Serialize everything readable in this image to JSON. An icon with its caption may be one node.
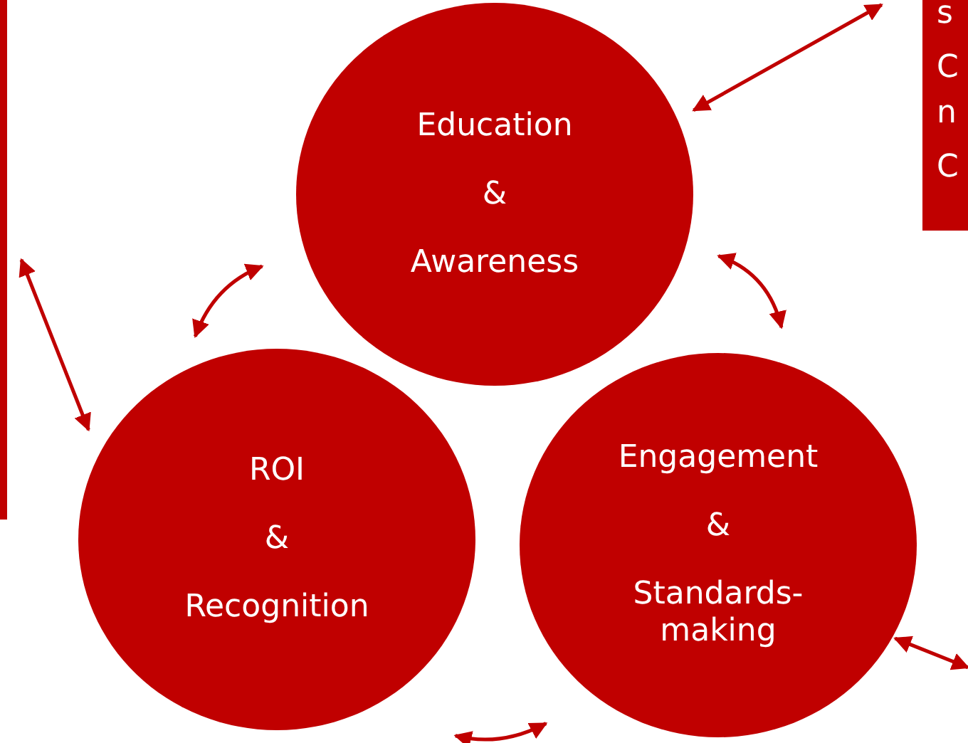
{
  "diagram": {
    "nodes": [
      {
        "text": [],
        "shape": "bar"
      },
      {
        "text": [
          "s",
          "C n",
          "C"
        ]
      },
      {
        "text": [
          "Education",
          "&",
          "Awareness"
        ]
      },
      {
        "text": [
          "ROI",
          "&",
          "Recognition"
        ]
      },
      {
        "text": [
          "Engagement",
          "&",
          "Standards- making"
        ]
      }
    ],
    "edges": [
      {
        "from": 0,
        "to": 3,
        "arrow": "both"
      },
      {
        "from": 2,
        "to": 1,
        "arrow": "both"
      },
      {
        "from": 2,
        "to": 3,
        "arrow": "both"
      },
      {
        "from": 2,
        "to": 4,
        "arrow": "both"
      },
      {
        "from": 3,
        "to": 4,
        "arrow": "both"
      },
      {
        "from": 4,
        "to": null,
        "arrow": "both"
      }
    ]
  }
}
